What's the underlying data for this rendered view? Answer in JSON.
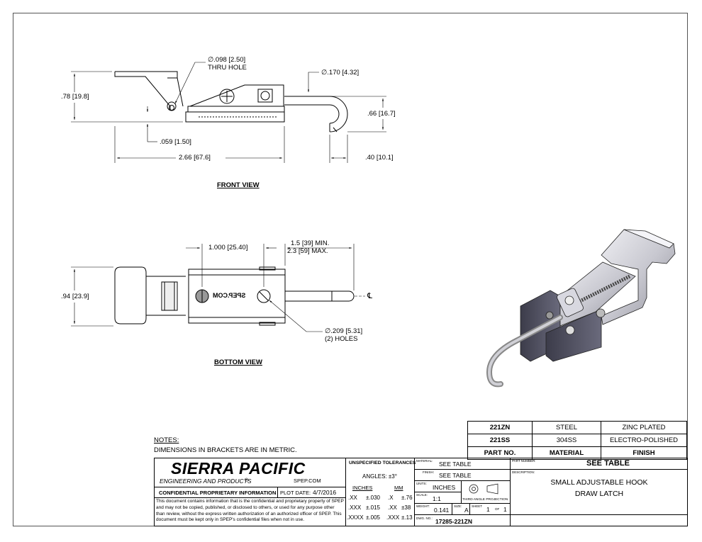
{
  "front_view": {
    "title": "FRONT VIEW",
    "dims": {
      "thru_hole_1": "∅.098 [2.50]",
      "thru_hole_2": "THRU HOLE",
      "hook_dia": "∅.170 [4.32]",
      "height": ".78 [19.8]",
      "hook_height": ".66 [16.7]",
      "thickness": ".059 [1.50]",
      "length": "2.66 [67.6]",
      "hook_width": ".40 [10.1]"
    }
  },
  "bottom_view": {
    "title": "BOTTOM VIEW",
    "dims": {
      "spacing": "1.000 [25.40]",
      "adjust_min": "1.5 [39] MIN.",
      "adjust_max": "2.3 [59] MAX.",
      "width": ".94 [23.9]",
      "holes_1": "∅.209 [5.31]",
      "holes_2": "(2) HOLES",
      "centerline": "℄",
      "stamp": "SPEP.COM"
    }
  },
  "notes": {
    "heading": "NOTES:",
    "text": "DIMENSIONS IN BRACKETS ARE IN METRIC."
  },
  "parts_table": {
    "rows": [
      {
        "part": "221ZN",
        "material": "STEEL",
        "finish": "ZINC PLATED"
      },
      {
        "part": "221SS",
        "material": "304SS",
        "finish": "ELECTRO-POLISHED"
      }
    ],
    "headers": {
      "part": "PART NO.",
      "material": "MATERIAL",
      "finish": "FINISH"
    }
  },
  "title_block": {
    "company": "SIERRA PACIFIC",
    "company_sub": "ENGINEERING AND PRODUCTS",
    "registered": "®",
    "website": "SPEP.COM",
    "confidential_title": "CONFIDENTIAL PROPRIETARY INFORMATION",
    "plot_date_label": "PLOT DATE:",
    "plot_date": "4/7/2016",
    "confidential_text": "This document contains information that is the confidential and proprietary property of SPEP and may not be copied, published, or disclosed to others, or used for any purpose other than review, without the express written authorization of an authorized officer of SPEP. This document must be kept only in SPEP's confidential files when not in use.",
    "tolerances_title": "UNSPECIFIED TOLERANCES",
    "angles": "ANGLES: ±3°",
    "inches_hdr": "INCHES",
    "mm_hdr": "MM",
    "tol_rows": [
      {
        "in_fmt": ".XX",
        "in_val": "±.030",
        "mm_fmt": ".X",
        "mm_val": "±.76"
      },
      {
        "in_fmt": ".XXX",
        "in_val": "±.015",
        "mm_fmt": ".XX",
        "mm_val": "±38"
      },
      {
        "in_fmt": ".XXXX",
        "in_val": "±.005",
        "mm_fmt": ".XXX",
        "mm_val": "±.13"
      }
    ],
    "material_label": "MATERIAL:",
    "material": "SEE TABLE",
    "finish_label": "FINISH:",
    "finish": "SEE TABLE",
    "units_label": "UNITS:",
    "units": "INCHES",
    "scale_label": "SCALE:",
    "scale": "1:1",
    "projection": "THIRD ANGLE PROJECTION",
    "weight_label": "WEIGHT:",
    "weight": "0.141",
    "size_label": "SIZE:",
    "size": "A",
    "sheet_label": "SHEET",
    "sheet": "1",
    "of_label": "OF",
    "sheet_total": "1",
    "dwg_label": "DWG. NO.:",
    "dwg_no": "17285-221ZN",
    "part_number_label": "PART NUMBER:",
    "part_number": "SEE TABLE",
    "description_label": "DESCRIPTION:",
    "description_1": "SMALL ADJUSTABLE HOOK",
    "description_2": "DRAW LATCH"
  }
}
